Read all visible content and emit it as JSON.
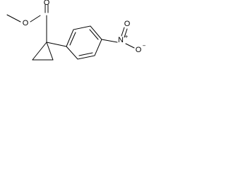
{
  "molecule": {
    "atoms": {
      "ester_o1": "O",
      "ester_o2": "O",
      "nitro_n": "N",
      "nitro_o1": "O",
      "nitro_o2": "O"
    },
    "charges": {
      "nitro_n": "+",
      "nitro_o_minus": "−"
    }
  }
}
